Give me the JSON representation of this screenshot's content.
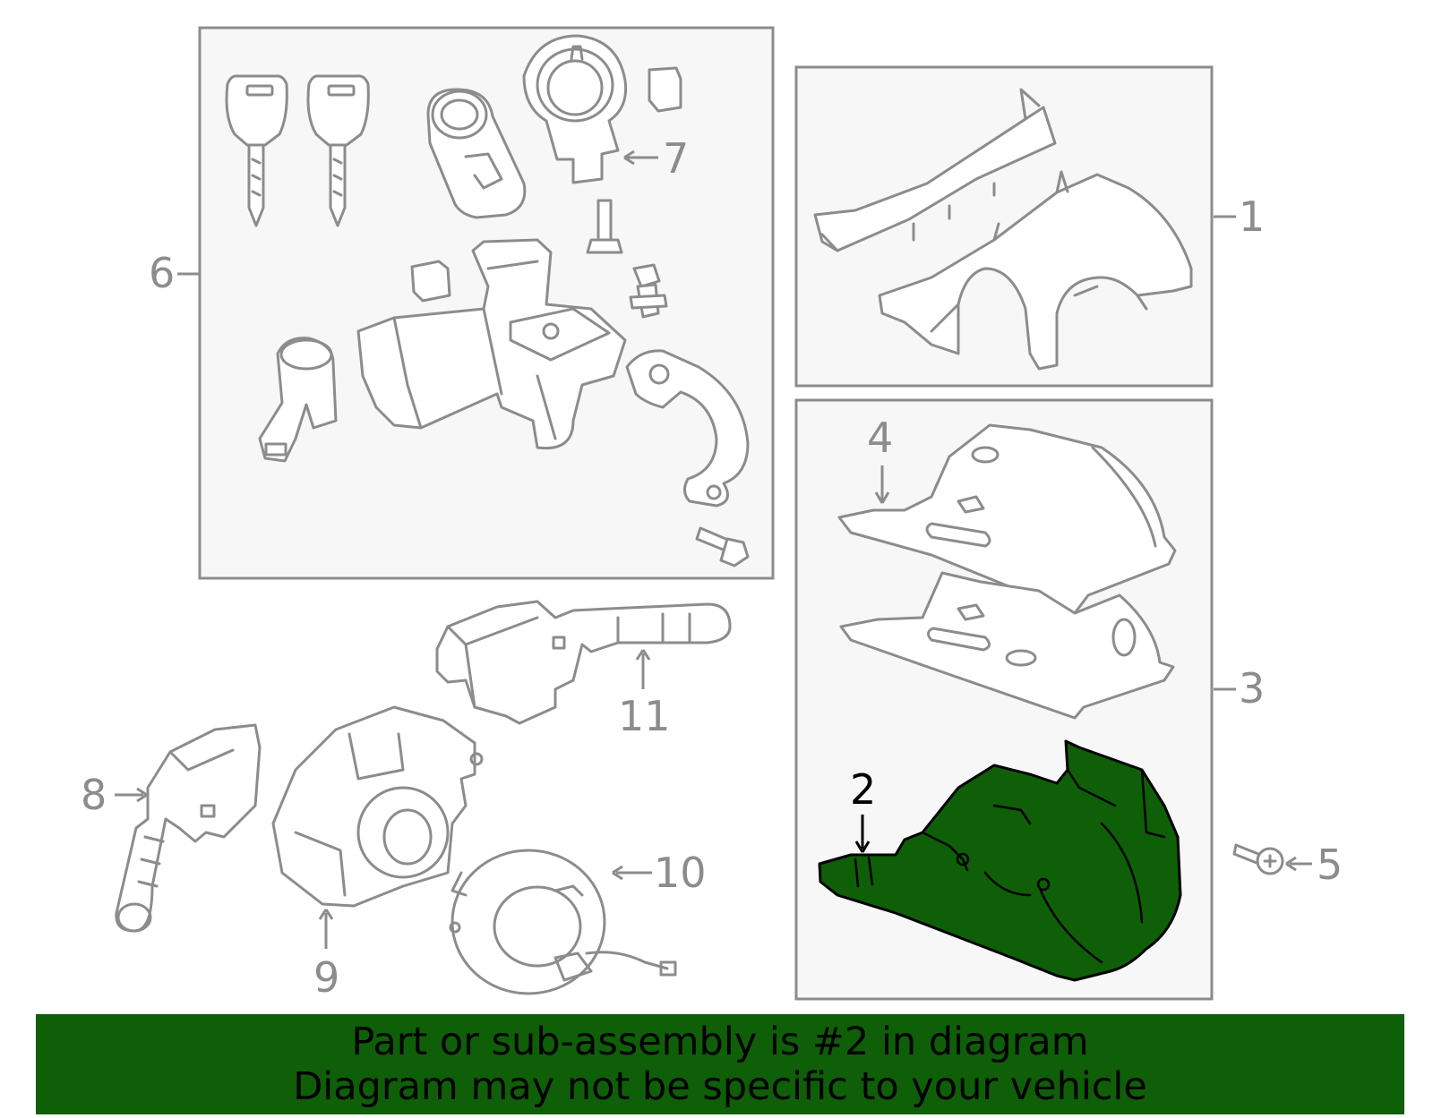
{
  "callouts": {
    "c1": "1",
    "c2": "2",
    "c3": "3",
    "c4": "4",
    "c5": "5",
    "c6": "6",
    "c7": "7",
    "c8": "8",
    "c9": "9",
    "c10": "10",
    "c11": "11"
  },
  "highlight": {
    "part_number": "2",
    "color": "#0f5e08",
    "outline": "#000000"
  },
  "colors": {
    "line_gray": "#8c8c8c",
    "box_fill": "#f7f7f7",
    "banner_bg": "#0f5e08",
    "banner_text": "#000000"
  },
  "banner": {
    "line1": "Part or sub-assembly is #2 in diagram",
    "line2": "Diagram may not be specific to your vehicle"
  }
}
